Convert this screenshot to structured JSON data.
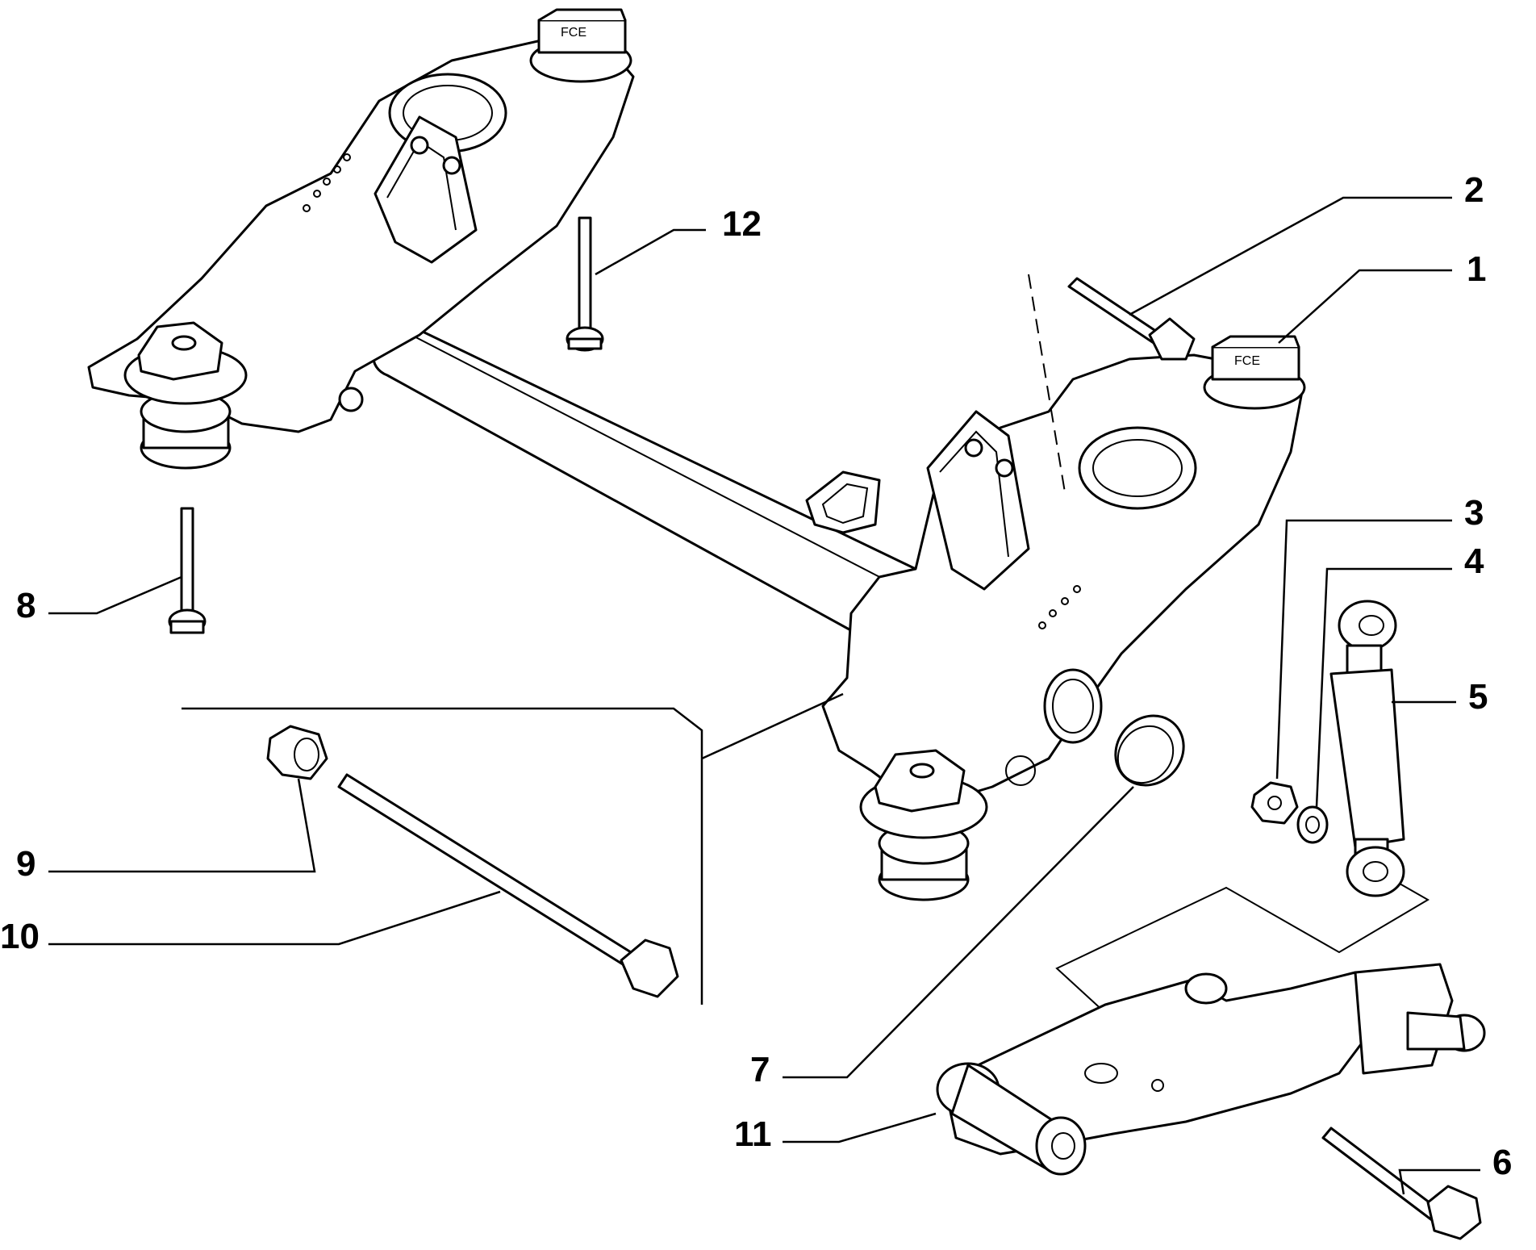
{
  "callouts": [
    {
      "number": "1",
      "part": "bump-stop"
    },
    {
      "number": "2",
      "part": "bolt"
    },
    {
      "number": "3",
      "part": "nut"
    },
    {
      "number": "4",
      "part": "washer"
    },
    {
      "number": "5",
      "part": "shock-absorber"
    },
    {
      "number": "6",
      "part": "bolt"
    },
    {
      "number": "7",
      "part": "bush"
    },
    {
      "number": "8",
      "part": "bolt"
    },
    {
      "number": "9",
      "part": "nut"
    },
    {
      "number": "10",
      "part": "bolt"
    },
    {
      "number": "11",
      "part": "suspension-arm"
    },
    {
      "number": "12",
      "part": "bolt"
    }
  ]
}
